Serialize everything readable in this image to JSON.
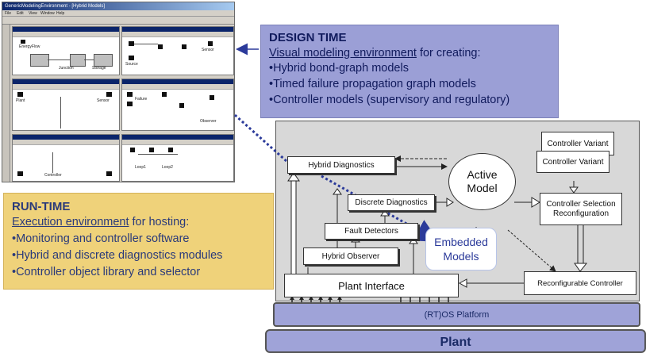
{
  "thumbnail": {
    "window_title": "GenericModelingEnvironment - [Hybrid Models]",
    "menu_items": [
      "File",
      "Edit",
      "View",
      "Window",
      "Help"
    ],
    "pane_labels": {
      "p1a": "EnergyFlow",
      "p1b": "Junction",
      "p1c": "Storage",
      "p2a": "Source",
      "p2b": "Sensor",
      "p3a": "Plant",
      "p3b": "Sensor",
      "p4a": "Failure",
      "p4b": "Observer",
      "p5a": "Controller",
      "p6a": "Loop1",
      "p6b": "Loop2"
    }
  },
  "design_time": {
    "title": "DESIGN TIME",
    "subtitle_underlined": "Visual modeling environment",
    "subtitle_rest": " for creating:",
    "items": [
      "•Hybrid bond-graph models",
      "•Timed failure propagation graph models",
      "•Controller models (supervisory and regulatory)"
    ]
  },
  "run_time": {
    "title": "RUN-TIME",
    "subtitle_underlined": "Execution environment",
    "subtitle_rest": " for hosting:",
    "items": [
      "•Monitoring and controller software",
      "•Hybrid and discrete diagnostics modules",
      "•Controller object library and selector"
    ]
  },
  "architecture": {
    "hybrid_diagnostics": "Hybrid Diagnostics",
    "discrete_diagnostics": "Discrete Diagnostics",
    "fault_detectors": "Fault Detectors",
    "hybrid_observer": "Hybrid Observer",
    "plant_interface": "Plant Interface",
    "active_model_line1": "Active",
    "active_model_line2": "Model",
    "embedded_models_line1": "Embedded",
    "embedded_models_line2": "Models",
    "controller_variant_1": "Controller Variant",
    "controller_variant_2": "Controller Variant",
    "controller_selection_line1": "Controller Selection",
    "controller_selection_line2": "Reconfiguration",
    "reconfigurable_controller": "Reconfigurable Controller"
  },
  "platform": {
    "rtos": "(RT)OS Platform",
    "plant": "Plant"
  },
  "colors": {
    "design_fill": "#9b9fd6",
    "runtime_fill": "#efd27a",
    "platform_fill": "#9fa3d8",
    "dotted_link": "#2b3a9a"
  }
}
